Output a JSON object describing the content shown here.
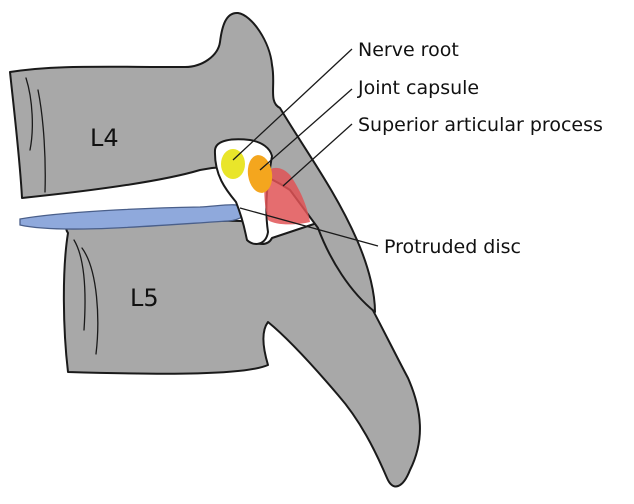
{
  "diagram": {
    "vertebrae": {
      "upper": {
        "label": "L4"
      },
      "lower": {
        "label": "L5"
      }
    },
    "callouts": {
      "nerve_root": {
        "label": "Nerve root",
        "color": "#e9e52a"
      },
      "joint_capsule": {
        "label": "Joint capsule",
        "color": "#f4a61e"
      },
      "superior_articular_process": {
        "label": "Superior articular process",
        "color": "#e05356"
      },
      "protruded_disc": {
        "label": "Protruded disc",
        "color": "#8fa9dc"
      }
    },
    "colors": {
      "bone": "#a8a8a8",
      "foramen": "#ffffff",
      "outline": "#1a1a1a"
    }
  }
}
